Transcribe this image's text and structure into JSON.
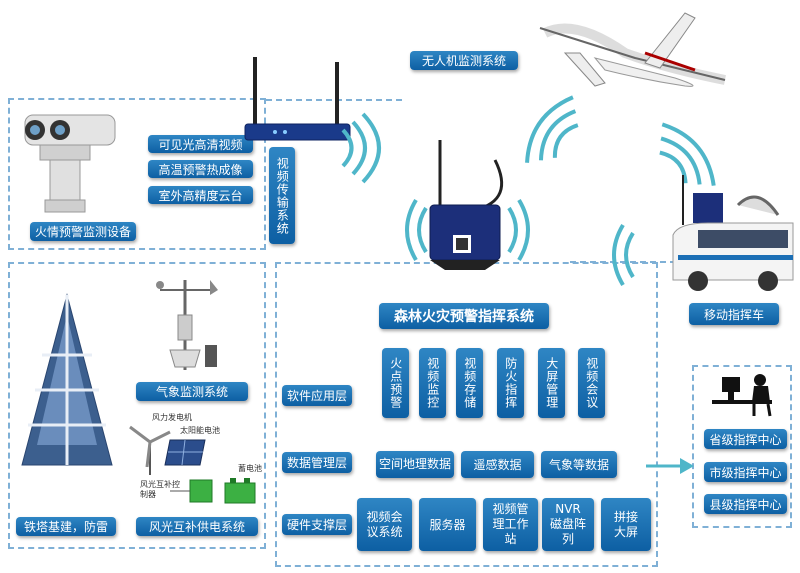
{
  "camera_group": {
    "features": [
      "可见光高清视频",
      "高温预警热成像",
      "室外高精度云台"
    ],
    "device_label": "火情预警监测设备"
  },
  "video_transmission": "视频传输系统",
  "drone_label": "无人机监测系统",
  "mobile_vehicle": "移动指挥车",
  "weather_station": "气象监测系统",
  "tower_label": "铁塔基建，防雷",
  "power_system": {
    "label": "风光互补供电系统",
    "parts": {
      "wind": "风力发电机",
      "solar": "太阳能电池",
      "controller": "风光互补控制器",
      "battery": "蓄电池"
    }
  },
  "core_system": {
    "title": "森林火灾预警指挥系统",
    "layers": {
      "software": "软件应用层",
      "data": "数据管理层",
      "hardware": "硬件支撑层"
    },
    "software_modules": [
      "火点预警",
      "视频监控",
      "视频存储",
      "防火指挥",
      "大屏管理",
      "视频会议"
    ],
    "data_modules": [
      "空间地理数据",
      "遥感数据",
      "气象等数据"
    ],
    "hardware_modules": [
      "视频会议系统",
      "服务器",
      "视频管理工作站",
      "NVR磁盘阵列",
      "拼接大屏"
    ]
  },
  "command_centers": [
    "省级指挥中心",
    "市级指挥中心",
    "县级指挥中心"
  ],
  "colors": {
    "button_top": "#2f86c4",
    "button_bottom": "#0d5fa3",
    "dash": "#7fb0d6",
    "wave": "#4fb6c9"
  }
}
